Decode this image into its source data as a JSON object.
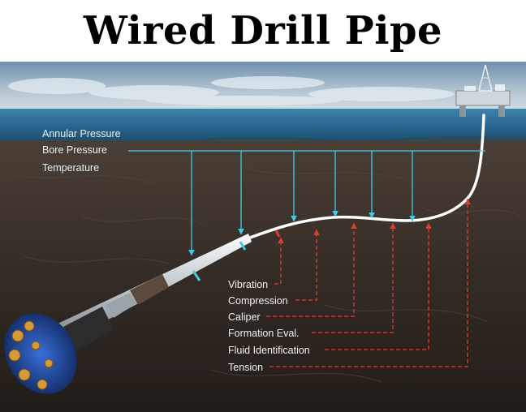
{
  "title": "Wired Drill Pipe",
  "upper_labels": [
    "Annular Pressure",
    "Bore Pressure",
    "Temperature"
  ],
  "lower_labels": [
    "Vibration",
    "Compression",
    "Caliper",
    "Formation Eval.",
    "Fluid Identification",
    "Tension"
  ],
  "colors": {
    "sky": "#9fb6c8",
    "sea": "#2f6f9a",
    "earth": "#3a3029",
    "cyan_line": "#45c8e6",
    "red_line": "#e23a2a",
    "label_text": "#f0f0f0"
  }
}
